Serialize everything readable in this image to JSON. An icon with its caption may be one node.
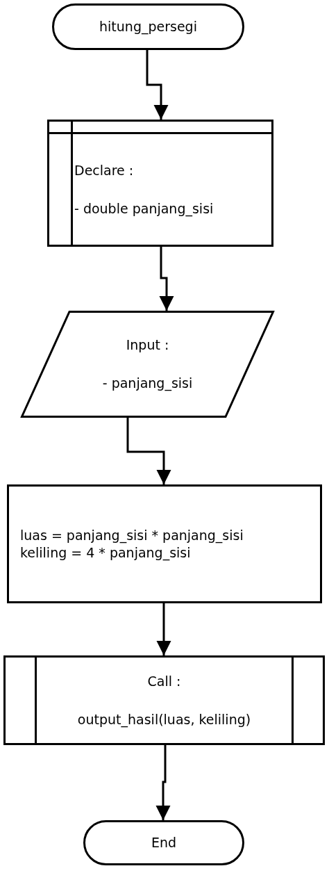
{
  "diagram": {
    "nodes": [
      {
        "text": [
          "hitung_persegi"
        ]
      },
      {
        "text": [
          "Declare :",
          "- double panjang_sisi"
        ]
      },
      {
        "text": [
          "Input :",
          "- panjang_sisi"
        ]
      },
      {
        "text": [
          "luas = panjang_sisi * panjang_sisi",
          "keliling = 4 * panjang_sisi"
        ]
      },
      {
        "text": [
          "Call :",
          "output_hasil(luas, keliling)"
        ]
      },
      {
        "text": [
          "End"
        ]
      }
    ],
    "edges": [
      {
        "from": 0,
        "to": 1,
        "arrow": "to"
      },
      {
        "from": 1,
        "to": 2,
        "arrow": "to"
      },
      {
        "from": 2,
        "to": 3,
        "arrow": "to"
      },
      {
        "from": 3,
        "to": 4,
        "arrow": "to"
      },
      {
        "from": 4,
        "to": 5,
        "arrow": "to"
      }
    ]
  }
}
